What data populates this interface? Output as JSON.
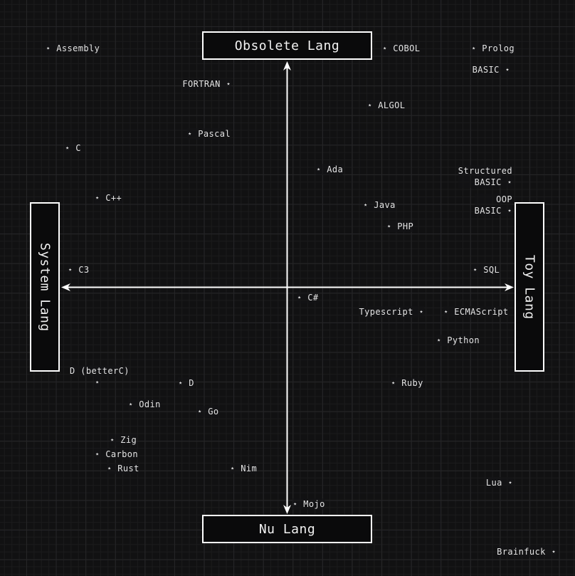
{
  "theme": {
    "bg": "#111112",
    "grid_minor": "#1b1b1c",
    "grid_major": "#252527",
    "text": "#e4e4e4",
    "axis": "#ffffff",
    "box_fill": "#0a0a0b",
    "box_border": "#ffffff"
  },
  "chart_data": {
    "type": "scatter",
    "variant": "quadrant-chart",
    "title": "",
    "marker_glyph": "⋆",
    "axes": {
      "top": "Obsolete Lang",
      "bottom": "Nu Lang",
      "left": "System Lang",
      "right": "Toy Lang",
      "x_range": [
        -1,
        1
      ],
      "y_range": [
        -1,
        1
      ],
      "grid": true,
      "arrows": "double-headed cross at center"
    },
    "points": [
      {
        "name": "Assembly",
        "x": -1.06,
        "y": 1.05,
        "align": "left",
        "ax": 64,
        "ay": 68,
        "lines": [
          "⋆ Assembly"
        ]
      },
      {
        "name": "COBOL",
        "x": 0.43,
        "y": 1.05,
        "align": "left",
        "ax": 537,
        "ay": 68,
        "lines": [
          "⋆ COBOL"
        ]
      },
      {
        "name": "Prolog",
        "x": 0.82,
        "y": 1.05,
        "align": "left",
        "ax": 662,
        "ay": 68,
        "lines": [
          "⋆ Prolog"
        ]
      },
      {
        "name": "BASIC",
        "x": 0.97,
        "y": 0.96,
        "align": "right",
        "ax": 717,
        "ay": 98,
        "lines": [
          "BASIC ⋆"
        ]
      },
      {
        "name": "FORTRAN",
        "x": -0.26,
        "y": 0.9,
        "align": "right",
        "ax": 325,
        "ay": 118,
        "lines": [
          "FORTRAN ⋆"
        ]
      },
      {
        "name": "ALGOL",
        "x": 0.36,
        "y": 0.8,
        "align": "left",
        "ax": 516,
        "ay": 148,
        "lines": [
          "⋆ ALGOL"
        ]
      },
      {
        "name": "Pascal",
        "x": -0.43,
        "y": 0.68,
        "align": "left",
        "ax": 263,
        "ay": 188,
        "lines": [
          "⋆ Pascal"
        ]
      },
      {
        "name": "C",
        "x": -0.97,
        "y": 0.61,
        "align": "left",
        "ax": 91,
        "ay": 208,
        "lines": [
          "⋆ C"
        ]
      },
      {
        "name": "Ada",
        "x": 0.14,
        "y": 0.52,
        "align": "left",
        "ax": 444,
        "ay": 238,
        "lines": [
          "⋆ Ada"
        ]
      },
      {
        "name": "Structured BASIC",
        "x": 0.98,
        "y": 0.46,
        "align": "right",
        "ax": 720,
        "ay": 248,
        "lines": [
          "Structured",
          "BASIC ⋆"
        ]
      },
      {
        "name": "C++",
        "x": -0.84,
        "y": 0.39,
        "align": "left",
        "ax": 133,
        "ay": 278,
        "lines": [
          "⋆ C++"
        ]
      },
      {
        "name": "Java",
        "x": 0.35,
        "y": 0.36,
        "align": "left",
        "ax": 510,
        "ay": 288,
        "lines": [
          "⋆ Java"
        ]
      },
      {
        "name": "OOP BASIC",
        "x": 0.98,
        "y": 0.34,
        "align": "right",
        "ax": 720,
        "ay": 288,
        "lines": [
          "OOP",
          "BASIC ⋆"
        ]
      },
      {
        "name": "PHP",
        "x": 0.44,
        "y": 0.27,
        "align": "left",
        "ax": 543,
        "ay": 318,
        "lines": [
          "⋆ PHP"
        ]
      },
      {
        "name": "C3",
        "x": -0.96,
        "y": 0.08,
        "align": "left",
        "ax": 95,
        "ay": 379,
        "lines": [
          "⋆ C3"
        ]
      },
      {
        "name": "SQL",
        "x": 0.83,
        "y": 0.08,
        "align": "left",
        "ax": 664,
        "ay": 379,
        "lines": [
          "⋆ SQL"
        ]
      },
      {
        "name": "C#",
        "x": 0.05,
        "y": -0.05,
        "align": "left",
        "ax": 417,
        "ay": 418,
        "lines": [
          "⋆ C#"
        ]
      },
      {
        "name": "Typescript",
        "x": 0.59,
        "y": -0.11,
        "align": "right",
        "ax": 596,
        "ay": 438,
        "lines": [
          "Typescript ⋆"
        ]
      },
      {
        "name": "ECMAScript",
        "x": 0.7,
        "y": -0.11,
        "align": "left",
        "ax": 623,
        "ay": 438,
        "lines": [
          "⋆ ECMAScript"
        ]
      },
      {
        "name": "Python",
        "x": 0.67,
        "y": -0.24,
        "align": "left",
        "ax": 613,
        "ay": 478,
        "lines": [
          "⋆ Python"
        ]
      },
      {
        "name": "D (betterC) label",
        "x": -0.84,
        "y": -0.42,
        "align": "left",
        "ax": 98,
        "ay": 521,
        "lines": [
          "D (betterC)"
        ]
      },
      {
        "name": "D (betterC)",
        "x": -0.84,
        "y": -0.42,
        "align": "left",
        "ax": 133,
        "ay": 537,
        "lines": [
          "⋆"
        ]
      },
      {
        "name": "D",
        "x": -0.47,
        "y": -0.42,
        "align": "left",
        "ax": 250,
        "ay": 538,
        "lines": [
          "⋆ D"
        ]
      },
      {
        "name": "Ruby",
        "x": 0.47,
        "y": -0.43,
        "align": "left",
        "ax": 549,
        "ay": 538,
        "lines": [
          "⋆ Ruby"
        ]
      },
      {
        "name": "Odin",
        "x": -0.69,
        "y": -0.52,
        "align": "left",
        "ax": 180,
        "ay": 568,
        "lines": [
          "⋆ Odin"
        ]
      },
      {
        "name": "Go",
        "x": -0.39,
        "y": -0.55,
        "align": "left",
        "ax": 277,
        "ay": 578,
        "lines": [
          "⋆ Go"
        ]
      },
      {
        "name": "Zig",
        "x": -0.77,
        "y": -0.68,
        "align": "left",
        "ax": 154,
        "ay": 618,
        "lines": [
          "⋆ Zig"
        ]
      },
      {
        "name": "Carbon",
        "x": -0.84,
        "y": -0.74,
        "align": "left",
        "ax": 133,
        "ay": 638,
        "lines": [
          "⋆ Carbon"
        ]
      },
      {
        "name": "Rust",
        "x": -0.79,
        "y": -0.8,
        "align": "left",
        "ax": 150,
        "ay": 658,
        "lines": [
          "⋆ Rust"
        ]
      },
      {
        "name": "Nim",
        "x": -0.24,
        "y": -0.8,
        "align": "left",
        "ax": 323,
        "ay": 658,
        "lines": [
          "⋆ Nim"
        ]
      },
      {
        "name": "Lua",
        "x": 0.98,
        "y": -0.86,
        "align": "right",
        "ax": 721,
        "ay": 678,
        "lines": [
          "Lua ⋆"
        ]
      },
      {
        "name": "Mojo",
        "x": 0.03,
        "y": -0.96,
        "align": "left",
        "ax": 411,
        "ay": 708,
        "lines": [
          "⋆ Mojo"
        ]
      },
      {
        "name": "Brainfuck",
        "x": 1.18,
        "y": -1.17,
        "align": "right",
        "ax": 782,
        "ay": 775,
        "lines": [
          "Brainfuck ⋆"
        ]
      }
    ]
  }
}
